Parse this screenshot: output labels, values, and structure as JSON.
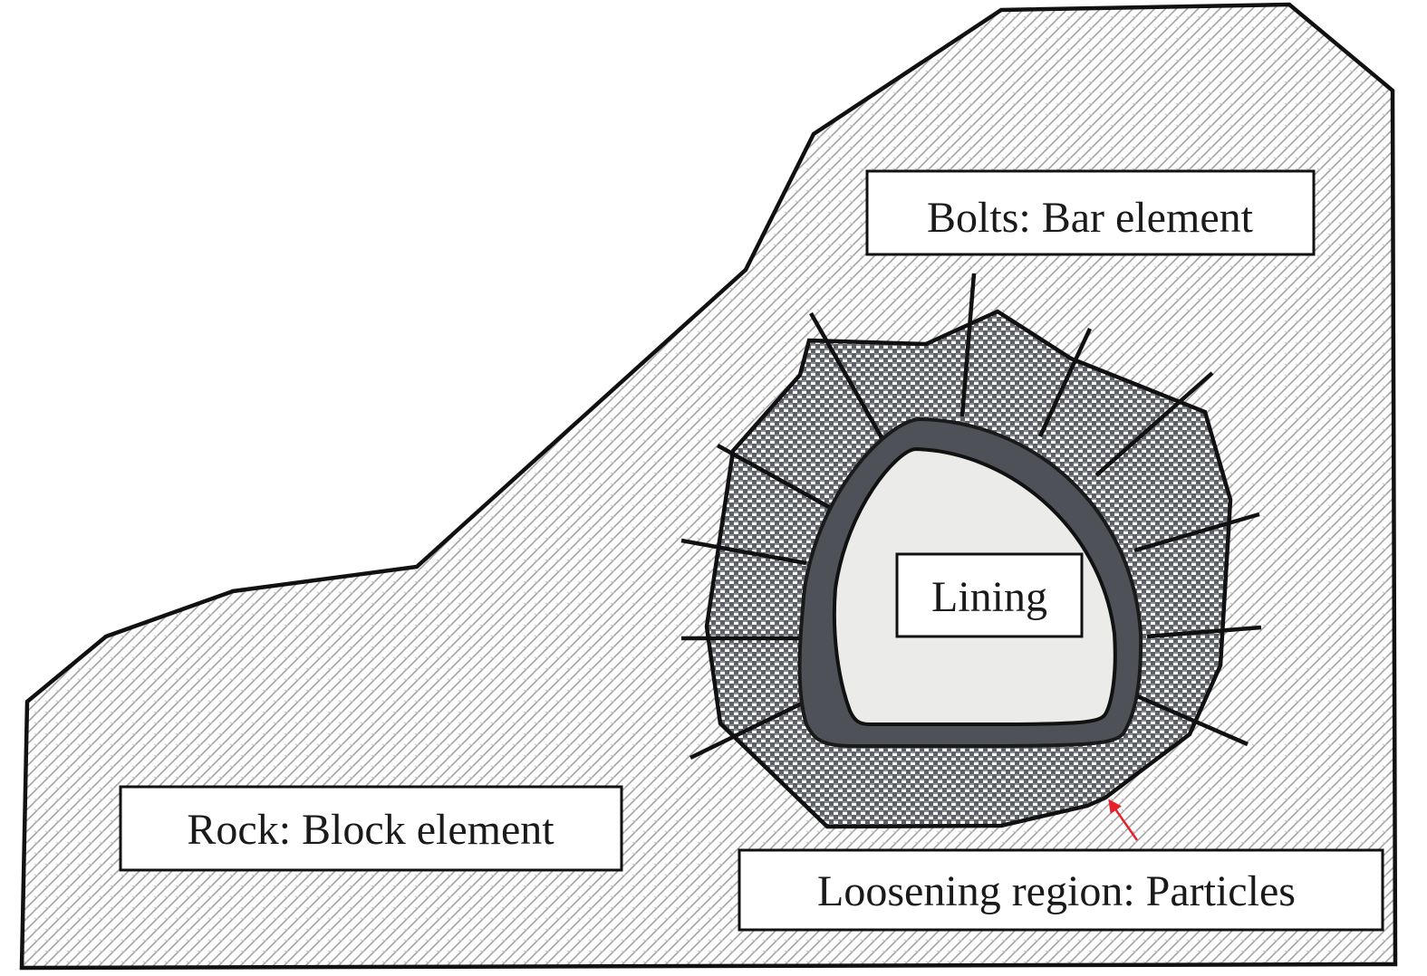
{
  "figure": {
    "labels": {
      "bolts": "Bolts: Bar element",
      "lining": "Lining",
      "rock": "Rock: Block element",
      "loosening": "Loosening region: Particles"
    },
    "colors": {
      "rock_pattern": "#9a9a9a",
      "loosening_dark": "#5e6068",
      "lining_ring": "#4e5158",
      "tunnel_interior": "#ebebea",
      "outline": "#111111",
      "arrow": "#e8202a"
    },
    "legend_items": [
      {
        "component": "Rock",
        "model": "Block element"
      },
      {
        "component": "Bolts",
        "model": "Bar element"
      },
      {
        "component": "Loosening region",
        "model": "Particles"
      },
      {
        "component": "Lining",
        "model": ""
      }
    ]
  }
}
